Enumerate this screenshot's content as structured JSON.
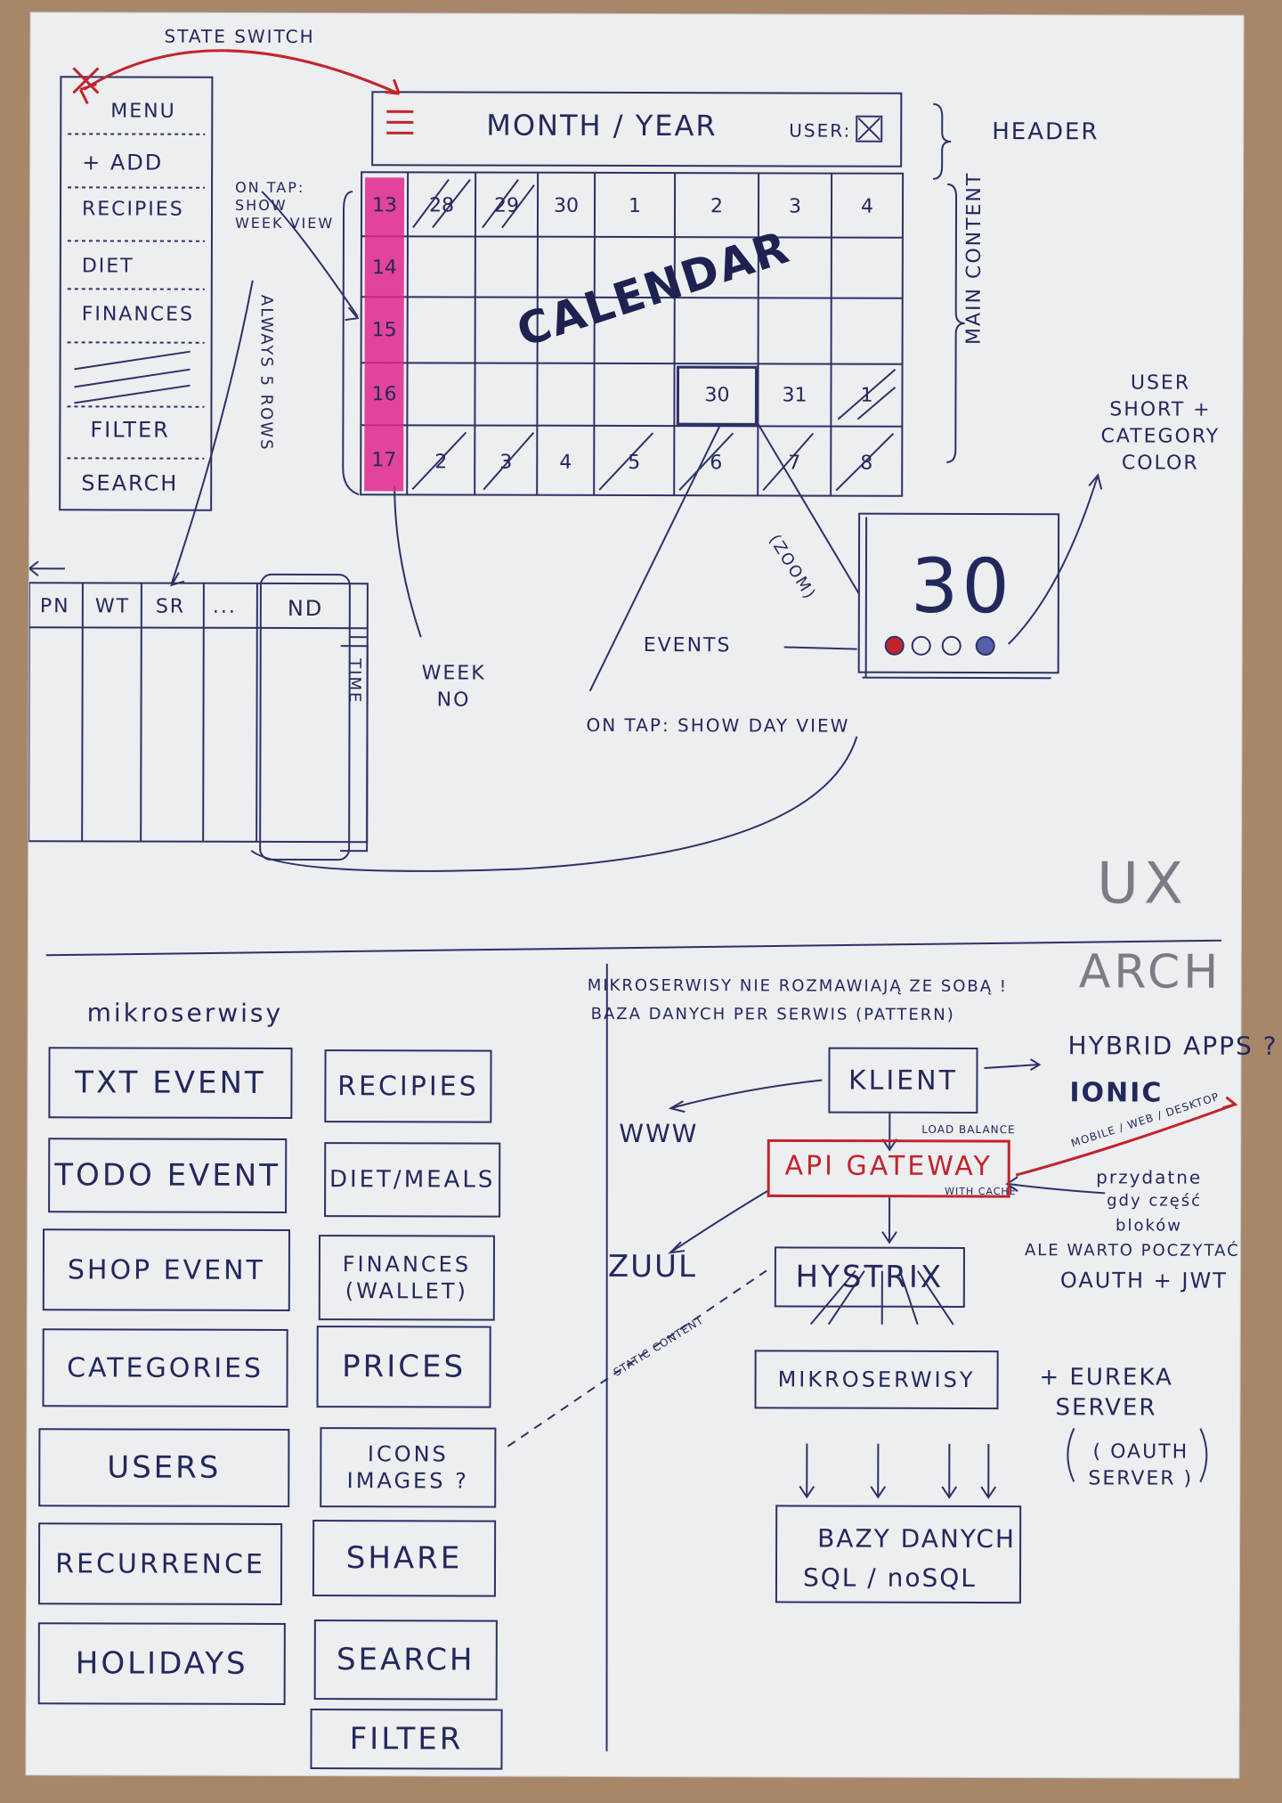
{
  "state_switch": "STATE SWITCH",
  "menu": {
    "title": "MENU",
    "items": [
      "+ ADD",
      "RECIPIES",
      "DIET",
      "FINANCES",
      "FILTER",
      "SEARCH"
    ]
  },
  "header": {
    "title": "MONTH / YEAR",
    "user": "USER:",
    "label": "HEADER"
  },
  "main_content_label": "MAIN CONTENT",
  "calendar": {
    "title": "CALENDAR",
    "week_numbers": [
      "13",
      "14",
      "15",
      "16",
      "17"
    ],
    "first_row": [
      "28",
      "29",
      "30",
      "1",
      "2",
      "3",
      "4"
    ],
    "row_16": [
      "30",
      "31",
      "1"
    ],
    "last_row": [
      "2",
      "3",
      "4",
      "5",
      "6",
      "7",
      "8"
    ]
  },
  "notes": {
    "on_tap_week": "ON TAP: SHOW WEEK VIEW",
    "always_5_rows": "ALWAYS 5 ROWS",
    "week_no": "WEEK NO",
    "events": "EVENTS",
    "zoom": "(ZOOM)",
    "on_tap_day": "ON TAP: SHOW DAY VIEW",
    "user_short": "USER SHORT + CATEGORY COLOR",
    "time": "TIME"
  },
  "zoom_day": "30",
  "week_view_headers": [
    "PN",
    "WT",
    "SR",
    "...",
    "ND"
  ],
  "ux_label": "UX",
  "arch_label": "ARCH",
  "microservices": {
    "title": "mikroserwisy",
    "left": [
      "TXT EVENT",
      "TODO EVENT",
      "SHOP EVENT",
      "CATEGORIES",
      "USERS",
      "RECURRENCE",
      "HOLIDAYS"
    ],
    "right": [
      "RECIPIES",
      "DIET/MEALS",
      "FINANCES (WALLET)",
      "PRICES",
      "ICONS IMAGES ?",
      "SHARE",
      "SEARCH",
      "FILTER"
    ]
  },
  "arch": {
    "note_line1": "MIKROSERWISY NIE ROZMAWIAJĄ ZE SOBĄ !",
    "note_line2": "BAZA DANYCH PER SERWIS (PATTERN)",
    "klient": "KLIENT",
    "hybrid": "HYBRID APPS ?",
    "ionic": "IONIC",
    "www": "WWW",
    "load_balance": "LOAD BALANCE",
    "api_gateway": "API GATEWAY",
    "with_cache": "WITH CACHE",
    "mobile_web_desktop": "MOBILE / WEB / DESKTOP",
    "zuul": "ZUUL",
    "hystrix": "HYSTRIX",
    "note_right": [
      "przydatne",
      "gdy część",
      "bloków",
      "ALE WARTO POCZYTAĆ",
      "OAUTH + JWT"
    ],
    "mikroserwisy_box": "MIKROSERWISY",
    "eureka": "+ EUREKA SERVER",
    "oauth": "( OAUTH SERVER )",
    "static_content": "STATIC CONTENT",
    "db_line1": "BAZY DANYCH",
    "db_line2": "SQL / noSQL"
  },
  "colors": {
    "ink": "#23285c",
    "red": "#c2242c",
    "highlighter": "#e2268c"
  }
}
